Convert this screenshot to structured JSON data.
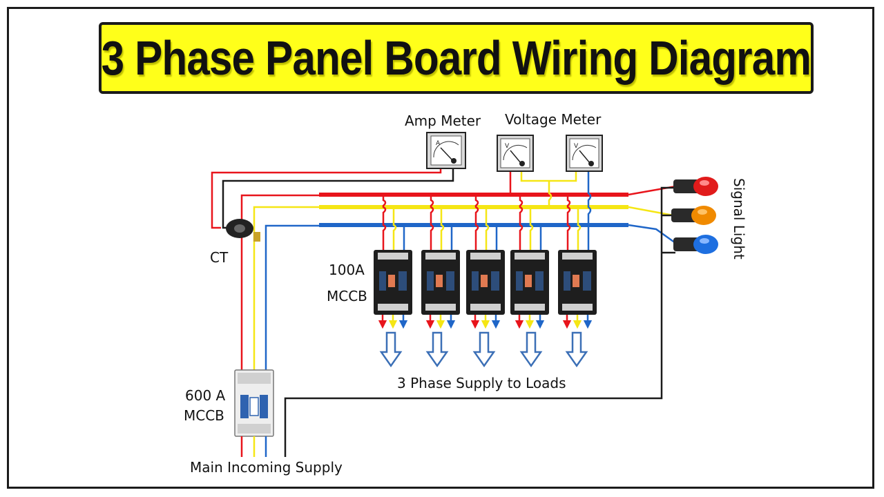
{
  "title": "3 Phase Panel Board Wiring Diagram",
  "labels": {
    "amp_meter": "Amp Meter",
    "voltage_meter": "Voltage Meter",
    "signal_light": "Signal Light",
    "ct": "CT",
    "mccb_100_rating": "100A",
    "mccb_100_type": "MCCB",
    "loads": "3 Phase Supply to Loads",
    "mccb_600_rating": "600 A",
    "mccb_600_type": "MCCB",
    "main_supply": "Main Incoming Supply"
  },
  "meter_faces": {
    "amp": "A",
    "volt1": "V",
    "volt2": "V"
  },
  "colors": {
    "phase_red": "#e8141b",
    "phase_yellow": "#f5e614",
    "phase_blue": "#1f66c8",
    "neutral_black": "#1a1a1a",
    "title_bg": "#ffff1a",
    "lamp_red": "#e11b1b",
    "lamp_amber": "#f08a00",
    "lamp_blue": "#1e6fe0",
    "load_arrow": "#3b6fb6"
  },
  "icons": [
    "amp-meter-icon",
    "voltage-meter-icon",
    "current-transformer-icon",
    "mccb-breaker-icon",
    "signal-lamp-icon",
    "load-arrow-icon"
  ],
  "branch_breaker_count": 5
}
